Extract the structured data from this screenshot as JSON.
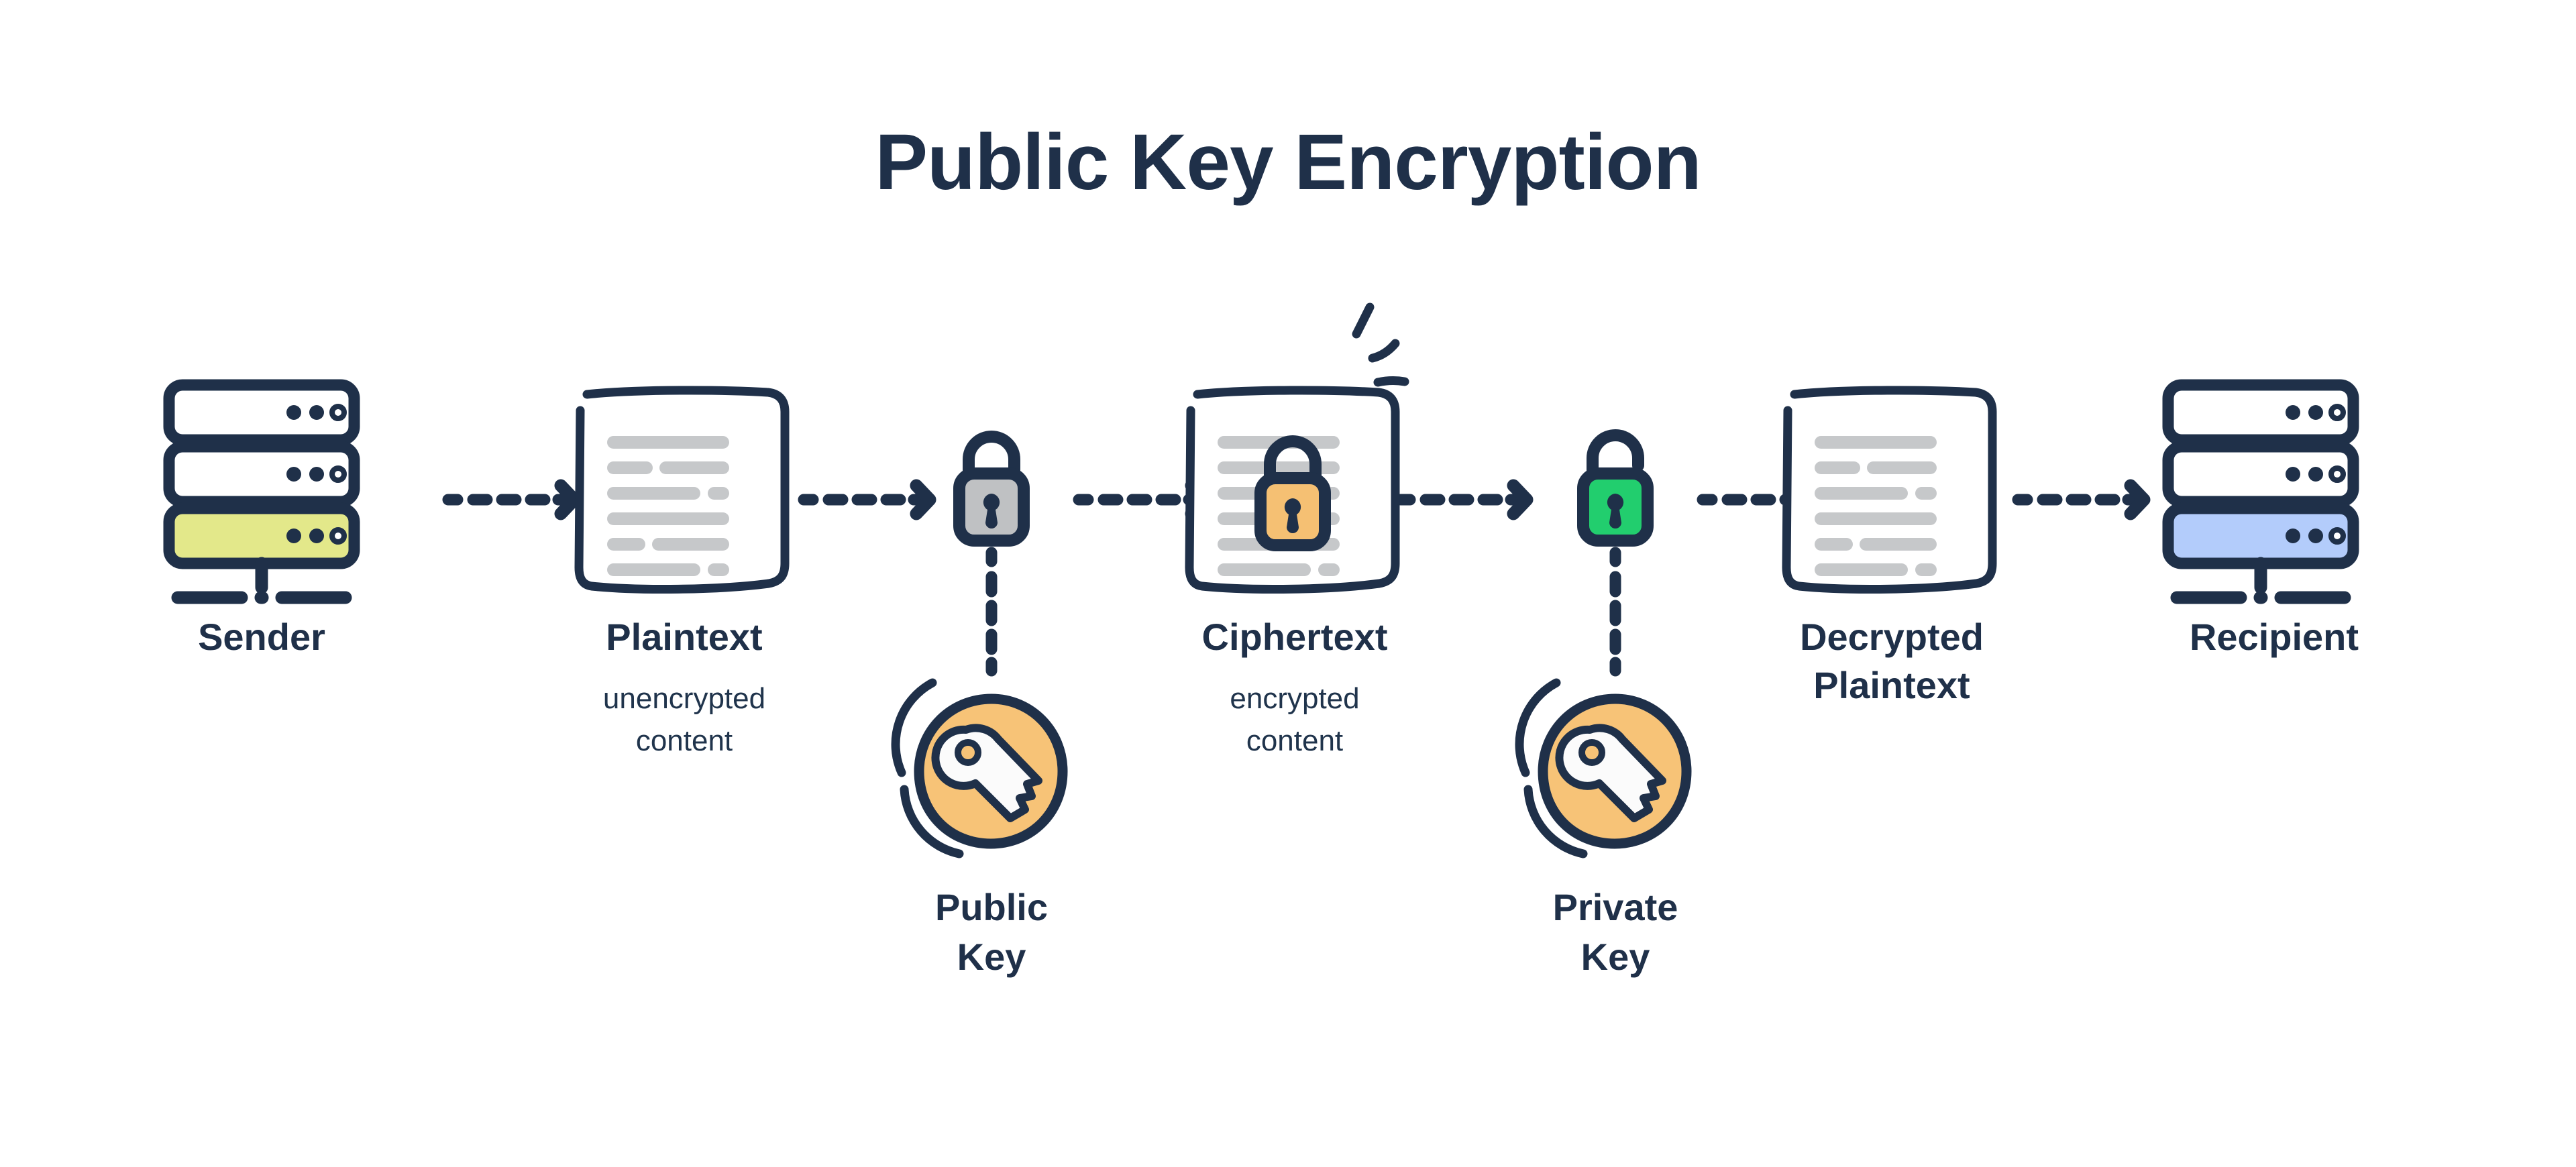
{
  "page": {
    "title": "Public Key Encryption",
    "background": "#ffffff"
  },
  "colors": {
    "ink": "#1f3049",
    "doc_line": "#c6c8ca",
    "sender_accent": "#e3e88a",
    "recipient_accent": "#b3ccfb",
    "lock_closed_gray": "#bfc1c3",
    "lock_encrypted_orange": "#f5c073",
    "lock_open_green": "#22ce6e",
    "key_circle_orange": "#f7c377",
    "key_body_white": "#fbfbfb"
  },
  "nodes": [
    {
      "id": "sender",
      "icon": "server-stack-icon",
      "label": "Sender",
      "sublabel": "",
      "accent": "#e3e88a"
    },
    {
      "id": "plaintext",
      "icon": "document-icon",
      "label": "Plaintext",
      "sublabel": "unencrypted\ncontent",
      "accent": ""
    },
    {
      "id": "public-key-lock",
      "icon": "lock-closed-icon",
      "label": "",
      "sublabel": "",
      "accent": "#bfc1c3"
    },
    {
      "id": "ciphertext",
      "icon": "document-locked-icon",
      "label": "Ciphertext",
      "sublabel": "encrypted\ncontent",
      "accent": "#f5c073"
    },
    {
      "id": "private-key-lock",
      "icon": "lock-open-icon",
      "label": "",
      "sublabel": "",
      "accent": "#22ce6e"
    },
    {
      "id": "decrypted-plaintext",
      "icon": "document-icon",
      "label": "Decrypted\nPlaintext",
      "sublabel": "",
      "accent": ""
    },
    {
      "id": "recipient",
      "icon": "server-stack-icon",
      "label": "Recipient",
      "sublabel": "",
      "accent": "#b3ccfb"
    }
  ],
  "keys": [
    {
      "id": "public-key",
      "icon": "key-circle-icon",
      "label": "Public\nKey"
    },
    {
      "id": "private-key",
      "icon": "key-circle-icon",
      "label": "Private\nKey"
    }
  ],
  "flow": {
    "arrow_icon": "dashed-arrow-right-icon",
    "connector_icon": "dashed-vertical-line-icon",
    "arrow_count": 6,
    "dash_count": 5
  },
  "decorations": {
    "sparks_icon": "sparks-icon",
    "spark_count": 3
  }
}
